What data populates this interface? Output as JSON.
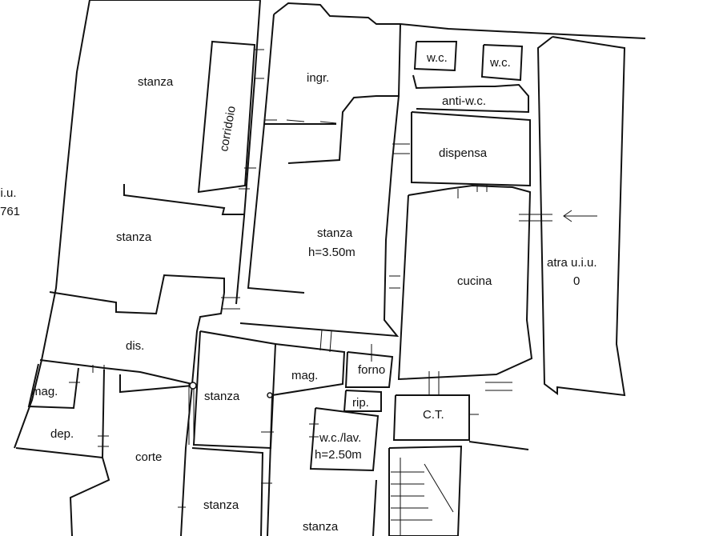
{
  "rooms": {
    "stanza_1": "stanza",
    "corridoio": "corridoio",
    "ingr": "ingr.",
    "wc_1": "w.c.",
    "wc_2": "w.c.",
    "anti_wc": "anti-w.c.",
    "dispensa": "dispensa",
    "stanza_2": "stanza",
    "stanza_main": "stanza",
    "stanza_main_height": "h=3.50m",
    "cucina": "cucina",
    "dis": "dis.",
    "mag_1": "mag.",
    "mag_2": "mag.",
    "forno": "forno",
    "rip": "rip.",
    "stanza_3": "stanza",
    "ct": "C.T.",
    "wc_lav": "w.c./lav.",
    "wc_lav_height": "h=2.50m",
    "dep": "dep.",
    "corte": "corte",
    "stanza_4": "stanza",
    "stanza_5": "stanza"
  },
  "other_units": {
    "right_line1": "atra u.i.u.",
    "right_line2": "0",
    "left_line1": "u.i.u.",
    "left_line2": "761"
  }
}
